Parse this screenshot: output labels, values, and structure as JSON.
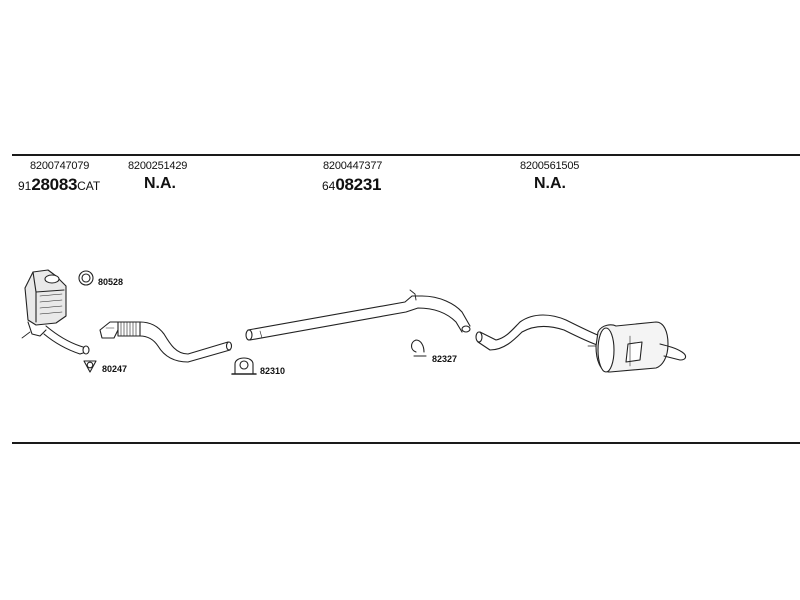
{
  "columns": [
    {
      "part_number": "8200747079",
      "code_prefix": "91",
      "code_main": "28083",
      "code_suffix": "CAT"
    },
    {
      "part_number": "8200251429",
      "na": "N.A."
    },
    {
      "part_number": "8200447377",
      "code_prefix": "64",
      "code_main": "08231",
      "code_suffix": ""
    },
    {
      "part_number": "8200561505",
      "na": "N.A."
    }
  ],
  "parts": {
    "gasket_1": "80528",
    "gasket_2": "80247",
    "clamp_1": "82310",
    "clamp_2": "82327"
  }
}
